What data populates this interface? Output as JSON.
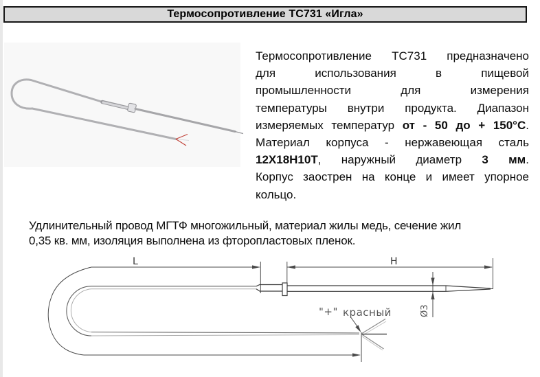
{
  "title": "Термосопротивление ТС731 «Игла»",
  "description": {
    "lines": [
      {
        "segments": [
          {
            "t": "Термосопротивление ТС731 предназначено",
            "b": false
          }
        ]
      },
      {
        "segments": [
          {
            "t": "для использования в пищевой",
            "b": false
          }
        ]
      },
      {
        "segments": [
          {
            "t": "промышленности для измерения",
            "b": false
          }
        ]
      },
      {
        "segments": [
          {
            "t": "температуры внутри продукта. Диапазон",
            "b": false
          }
        ]
      },
      {
        "segments": [
          {
            "t": "измеряемых температур ",
            "b": false
          },
          {
            "t": "от - 50 до + 150°С",
            "b": true
          },
          {
            "t": ".",
            "b": false
          }
        ]
      },
      {
        "segments": [
          {
            "t": "Материал корпуса - нержавеющая сталь",
            "b": false
          }
        ]
      },
      {
        "segments": [
          {
            "t": "12Х18Н10Т",
            "b": true
          },
          {
            "t": ", наружный диаметр ",
            "b": false
          },
          {
            "t": "3 мм",
            "b": true
          },
          {
            "t": ".",
            "b": false
          }
        ]
      },
      {
        "segments": [
          {
            "t": "Корпус заострен на конце и имеет упорное",
            "b": false
          }
        ]
      },
      {
        "segments": [
          {
            "t": "кольцо.",
            "b": false
          }
        ],
        "justify": false
      }
    ]
  },
  "extension_paragraph": {
    "lines": [
      "Удлинительный провод МГТФ многожильный, материал жилы медь, сечение жил",
      "0,35 кв. мм, изоляция выполнена из фторопластовых пленок."
    ]
  },
  "drawing": {
    "dim_length_label": "L",
    "dim_immersion_label": "H",
    "dim_diameter_label": "Ø3",
    "wire_plus_label": "\"+\"",
    "wire_color_label": "красный"
  },
  "colors": {
    "title_bar_bg": "#d9d9d9",
    "drawing_line": "#4a4a4a",
    "wire_red": "#c2453c",
    "photo_bg": "#f8f8f8"
  }
}
